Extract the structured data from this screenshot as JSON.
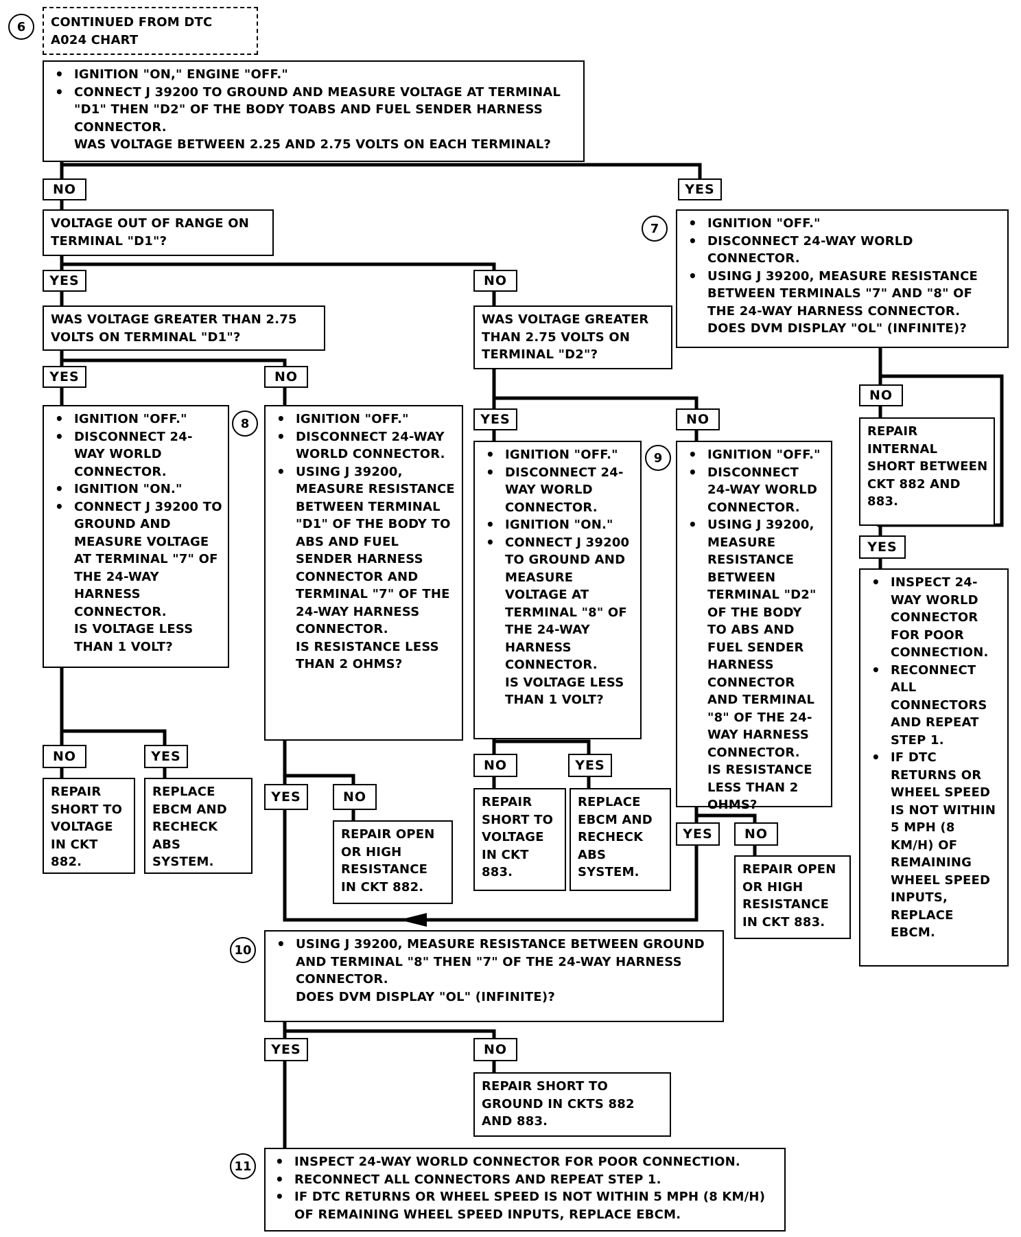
{
  "steps": {
    "s6": {
      "num": "6",
      "text": "CONTINUED FROM DTC A024 CHART"
    },
    "start": {
      "bullets": [
        "IGNITION \"ON,\" ENGINE \"OFF.\"",
        "CONNECT J 39200 TO GROUND AND MEASURE VOLTAGE AT TERMINAL \"D1\" THEN \"D2\" OF THE BODY TOABS AND FUEL SENDER HARNESS CONNECTOR."
      ],
      "question": "WAS VOLTAGE BETWEEN 2.25 AND 2.75 VOLTS ON EACH TERMINAL?"
    },
    "d1range": {
      "text": "VOLTAGE OUT OF RANGE ON TERMINAL \"D1\"?"
    },
    "gt_d1": {
      "text": "WAS VOLTAGE GREATER THAN 2.75 VOLTS ON TERMINAL \"D1\"?"
    },
    "gt_d2": {
      "text": "WAS VOLTAGE GREATER THAN 2.75 VOLTS ON TERMINAL \"D2\"?"
    },
    "s7": {
      "num": "7",
      "bullets": [
        "IGNITION \"OFF.\"",
        "DISCONNECT 24-WAY WORLD CONNECTOR.",
        "USING J 39200, MEASURE RESISTANCE BETWEEN TERMINALS \"7\" AND \"8\" OF THE 24-WAY HARNESS CONNECTOR."
      ],
      "question": "DOES DVM DISPLAY \"OL\" (INFINITE)?"
    },
    "d1_yes": {
      "bullets": [
        "IGNITION \"OFF.\"",
        "DISCONNECT 24-WAY WORLD CONNECTOR.",
        "IGNITION \"ON.\"",
        "CONNECT J 39200 TO GROUND AND MEASURE VOLTAGE AT TERMINAL \"7\" OF THE 24-WAY HARNESS CONNECTOR."
      ],
      "question": "IS VOLTAGE LESS THAN 1 VOLT?"
    },
    "s8": {
      "num": "8",
      "bullets": [
        "IGNITION \"OFF.\"",
        "DISCONNECT 24-WAY WORLD CONNECTOR.",
        "USING J 39200, MEASURE RESISTANCE BETWEEN TERMINAL \"D1\" OF THE BODY TO ABS AND FUEL SENDER HARNESS CONNECTOR AND TERMINAL \"7\" OF THE 24-WAY HARNESS CONNECTOR."
      ],
      "question": "IS RESISTANCE LESS THAN 2 OHMS?"
    },
    "d2_yes": {
      "bullets": [
        "IGNITION \"OFF.\"",
        "DISCONNECT 24-WAY WORLD CONNECTOR.",
        "IGNITION \"ON.\"",
        "CONNECT J 39200 TO GROUND AND MEASURE VOLTAGE AT TERMINAL \"8\" OF THE 24-WAY HARNESS CONNECTOR."
      ],
      "question": "IS VOLTAGE LESS THAN 1 VOLT?"
    },
    "s9": {
      "num": "9",
      "bullets": [
        "IGNITION \"OFF.\"",
        "DISCONNECT 24-WAY WORLD CONNECTOR.",
        "USING J 39200, MEASURE RESISTANCE BETWEEN TERMINAL \"D2\" OF THE BODY TO ABS AND FUEL SENDER HARNESS CONNECTOR AND TERMINAL \"8\" OF THE 24-WAY HARNESS CONNECTOR."
      ],
      "question": "IS RESISTANCE LESS THAN 2 OHMS?"
    },
    "repair_internal": {
      "text": "REPAIR INTERNAL SHORT BETWEEN CKT 882 AND 883."
    },
    "inspect_right": {
      "bullets": [
        "INSPECT 24-WAY WORLD CONNECTOR FOR POOR CONNECTION.",
        "RECONNECT ALL CONNECTORS AND REPEAT STEP 1.",
        "IF DTC RETURNS OR WHEEL SPEED IS NOT WITHIN 5 MPH (8 km/h) OF REMAINING WHEEL SPEED INPUTS, REPLACE EBCM."
      ]
    },
    "repair_882v": {
      "text": "REPAIR SHORT TO VOLTAGE IN CKT 882."
    },
    "replace_a": {
      "text": "REPLACE EBCM AND RECHECK ABS SYSTEM."
    },
    "repair_open_882": {
      "text": "REPAIR OPEN OR HIGH RESISTANCE IN CKT 882."
    },
    "repair_883v": {
      "text": "REPAIR SHORT TO VOLTAGE IN CKT 883."
    },
    "replace_b": {
      "text": "REPLACE EBCM AND RECHECK ABS SYSTEM."
    },
    "repair_open_883": {
      "text": "REPAIR OPEN OR HIGH RESISTANCE IN CKT 883."
    },
    "s10": {
      "num": "10",
      "bullets": [
        "USING J 39200, MEASURE RESISTANCE BETWEEN GROUND AND TERMINAL \"8\" THEN \"7\" OF THE 24-WAY HARNESS CONNECTOR."
      ],
      "question": "DOES DVM DISPLAY \"OL\" (INFINITE)?"
    },
    "repair_ground": {
      "text": "REPAIR SHORT TO GROUND IN CKTs 882 AND 883."
    },
    "s11": {
      "num": "11",
      "bullets": [
        "INSPECT 24-WAY WORLD CONNECTOR FOR POOR CONNECTION.",
        "RECONNECT ALL CONNECTORS AND REPEAT STEP 1.",
        "IF DTC RETURNS OR WHEEL SPEED IS NOT WITHIN 5 MPH (8 km/h) OF REMAINING WHEEL SPEED INPUTS, REPLACE EBCM."
      ]
    }
  },
  "labels": {
    "yes": "YES",
    "no": "NO"
  }
}
